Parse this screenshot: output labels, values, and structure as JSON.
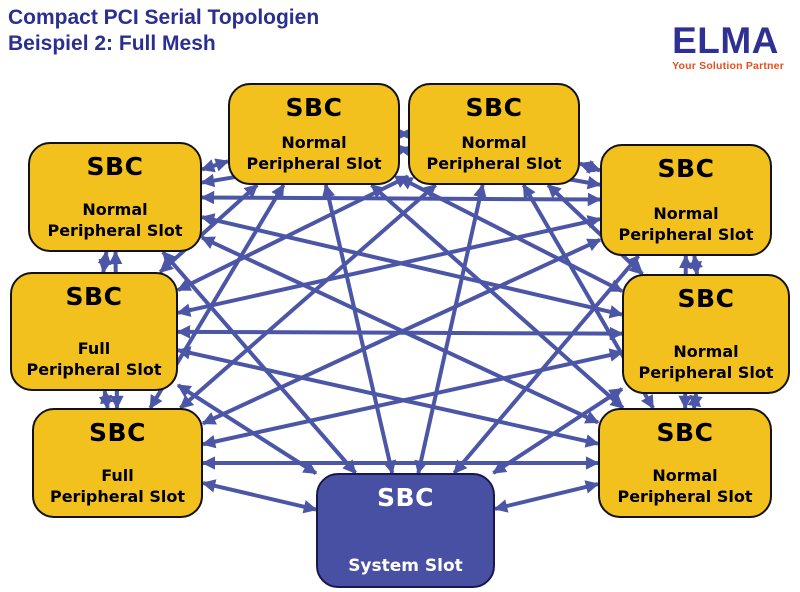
{
  "header": {
    "title_line1": "Compact PCI Serial Topologien",
    "title_line2": "Beispiel 2: Full Mesh",
    "title_color": "#2b2f90"
  },
  "logo": {
    "name": "ELMA",
    "tagline": "Your Solution Partner",
    "name_color": "#2e3192",
    "tagline_color": "#e84e1b"
  },
  "diagram": {
    "topology": "full-mesh",
    "arrow_color": "#4c56a6",
    "peripheral_fill": "#f2c11e",
    "system_fill": "#4750a3",
    "nodes": [
      {
        "id": "ul",
        "title": "SBC",
        "subtitle": "Normal Peripheral Slot",
        "subtitle_line1": "Normal",
        "subtitle_line2": "Peripheral Slot",
        "type": "peripheral"
      },
      {
        "id": "tl",
        "title": "SBC",
        "subtitle": "Normal Peripheral Slot",
        "subtitle_line1": "Normal",
        "subtitle_line2": "Peripheral Slot",
        "type": "peripheral"
      },
      {
        "id": "tr",
        "title": "SBC",
        "subtitle": "Normal Peripheral Slot",
        "subtitle_line1": "Normal",
        "subtitle_line2": "Peripheral Slot",
        "type": "peripheral"
      },
      {
        "id": "ur",
        "title": "SBC",
        "subtitle": "Normal Peripheral Slot",
        "subtitle_line1": "Normal",
        "subtitle_line2": "Peripheral Slot",
        "type": "peripheral"
      },
      {
        "id": "ml",
        "title": "SBC",
        "subtitle": "Full Peripheral Slot",
        "subtitle_line1": "Full",
        "subtitle_line2": "Peripheral Slot",
        "type": "peripheral"
      },
      {
        "id": "mr",
        "title": "SBC",
        "subtitle": "Normal Peripheral Slot",
        "subtitle_line1": "Normal",
        "subtitle_line2": "Peripheral Slot",
        "type": "peripheral"
      },
      {
        "id": "ll",
        "title": "SBC",
        "subtitle": "Full Peripheral Slot",
        "subtitle_line1": "Full",
        "subtitle_line2": "Peripheral Slot",
        "type": "peripheral"
      },
      {
        "id": "lr",
        "title": "SBC",
        "subtitle": "Normal Peripheral Slot",
        "subtitle_line1": "Normal",
        "subtitle_line2": "Peripheral Slot",
        "type": "peripheral"
      },
      {
        "id": "sys",
        "title": "SBC",
        "subtitle": "System Slot",
        "subtitle_line1": "System Slot",
        "type": "system"
      }
    ]
  }
}
